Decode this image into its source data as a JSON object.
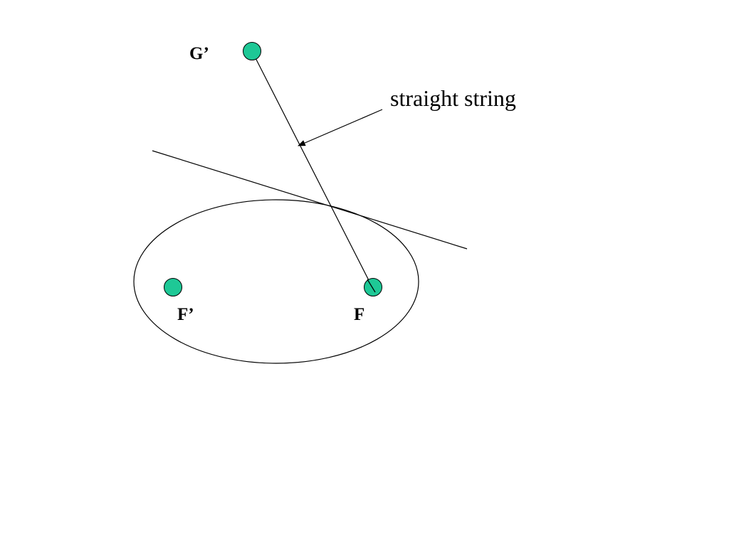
{
  "colors": {
    "point_fill": "#1ec896",
    "stroke": "#000000",
    "background": "#ffffff"
  },
  "labels": {
    "g_prime": "G’",
    "f_prime": "F’",
    "f": "F",
    "annotation": "straight string"
  }
}
